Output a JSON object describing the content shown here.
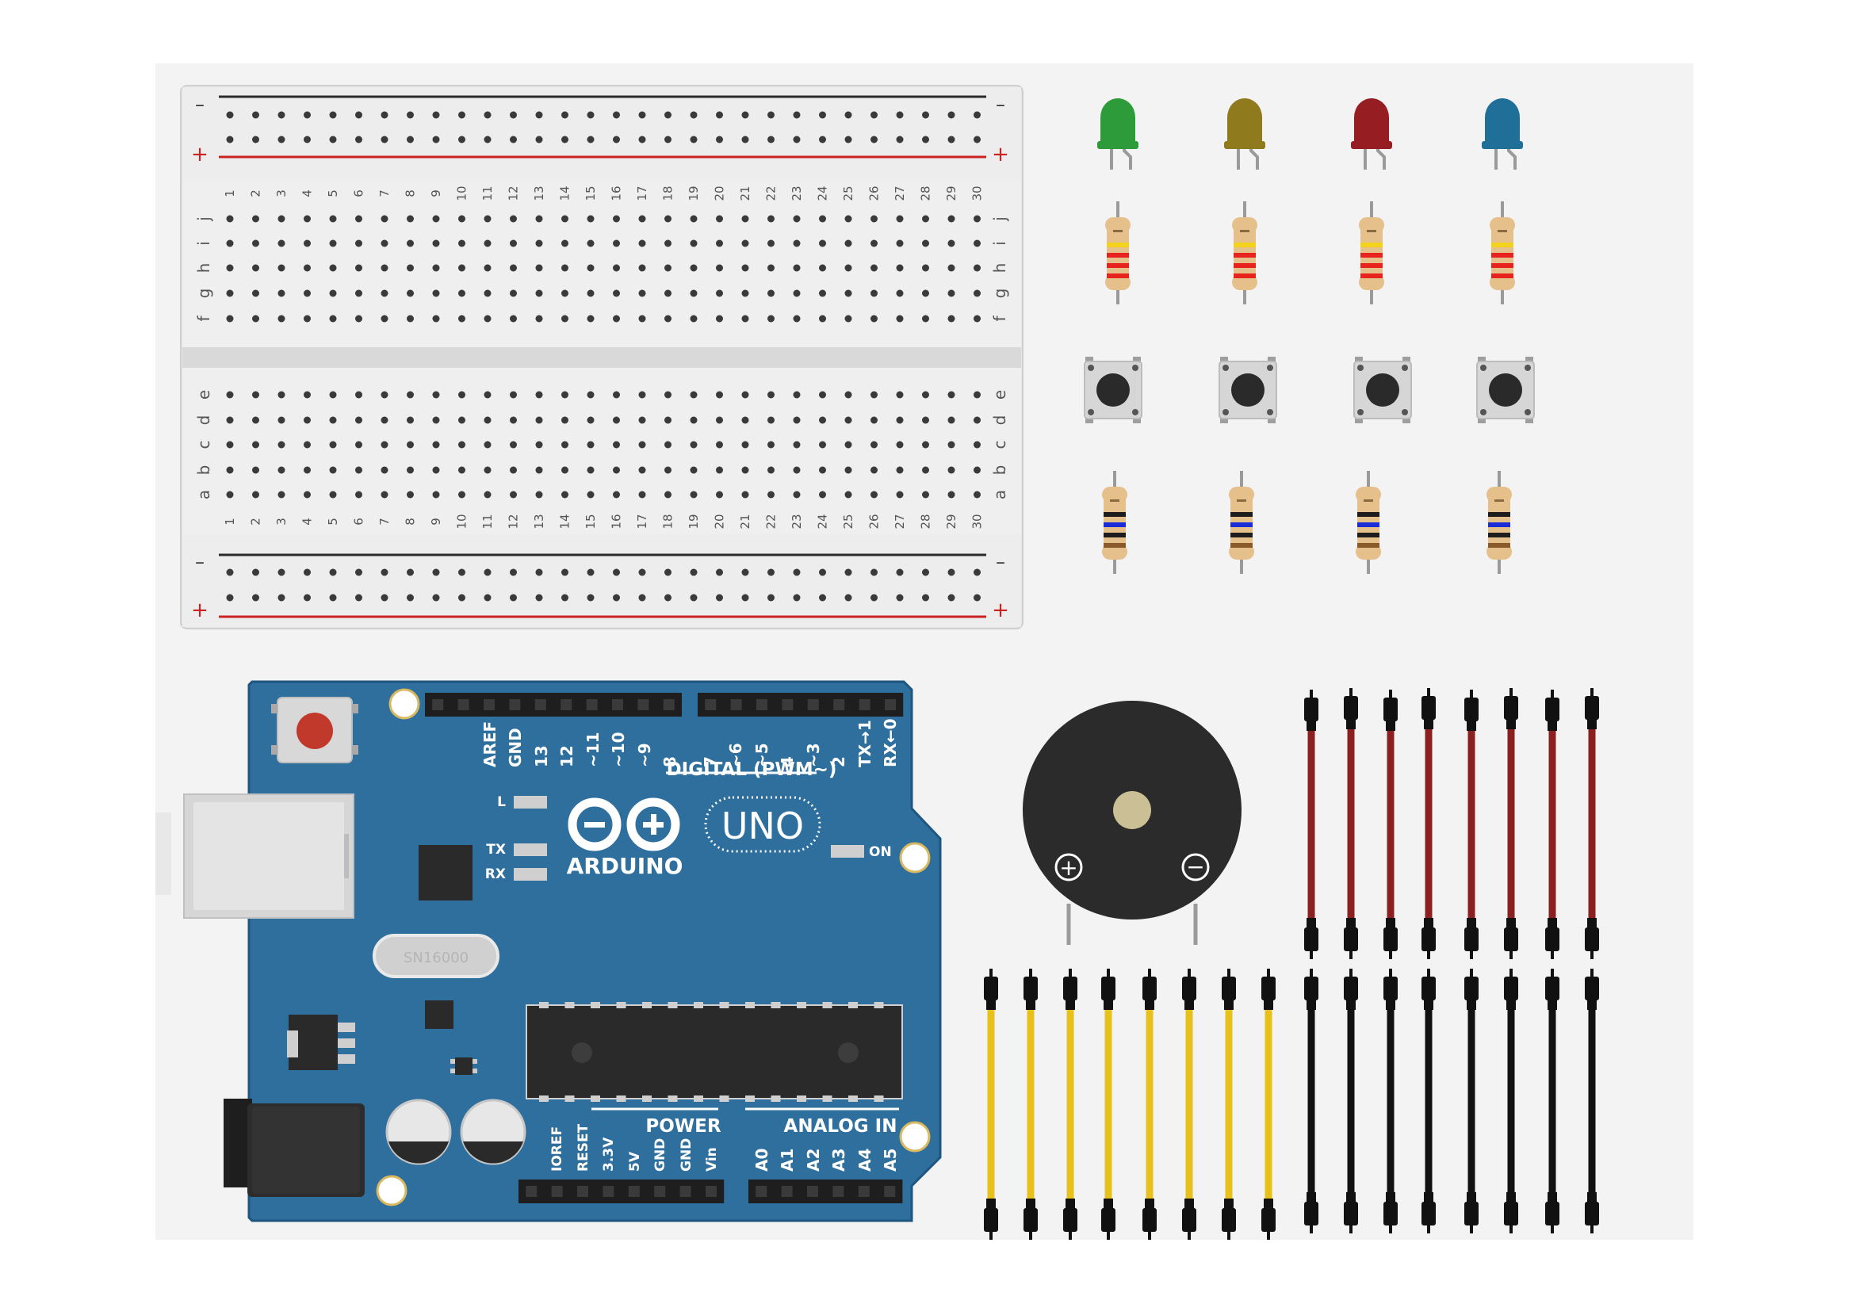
{
  "breadboard": {
    "rail_minus": "–",
    "rail_plus": "+",
    "column_numbers": [
      "1",
      "2",
      "3",
      "4",
      "5",
      "6",
      "7",
      "8",
      "9",
      "10",
      "11",
      "12",
      "13",
      "14",
      "15",
      "16",
      "17",
      "18",
      "19",
      "20",
      "21",
      "22",
      "23",
      "24",
      "25",
      "26",
      "27",
      "28",
      "29",
      "30"
    ],
    "rows_top": [
      "j",
      "i",
      "h",
      "g",
      "f"
    ],
    "rows_bottom": [
      "e",
      "d",
      "c",
      "b",
      "a"
    ]
  },
  "leds": [
    {
      "color": "green",
      "body": "#2e9b3a"
    },
    {
      "color": "yellow",
      "body": "#8f7a1e"
    },
    {
      "color": "red",
      "body": "#961e23"
    },
    {
      "color": "blue",
      "body": "#1f6f99"
    }
  ],
  "resistors_top_bands": [
    "#e8231d",
    "#f2d21a",
    "#e8231d",
    "#e8231d"
  ],
  "resistors_bottom_bands": [
    "#1d1d1d",
    "#1a2bd8",
    "#1d1d1d",
    "#8b5a2b"
  ],
  "arduino": {
    "brand": "ARDUINO",
    "model": "UNO",
    "digital_label": "DIGITAL (PWM~)",
    "power_label": "POWER",
    "analog_label": "ANALOG IN",
    "led_l": "L",
    "led_tx": "TX",
    "led_rx": "RX",
    "led_on": "ON",
    "crystal": "SN16000",
    "digital_pins_left": [
      "AREF",
      "GND",
      "13",
      "12",
      "~11",
      "~10",
      "~9",
      "8"
    ],
    "digital_pins_right": [
      "7",
      "~6",
      "~5",
      "4",
      "~3",
      "2",
      "TX→1",
      "RX←0"
    ],
    "power_pins": [
      "IOREF",
      "RESET",
      "3.3V",
      "5V",
      "GND",
      "GND",
      "Vin"
    ],
    "analog_pins": [
      "A0",
      "A1",
      "A2",
      "A3",
      "A4",
      "A5"
    ]
  },
  "buzzer": {
    "plus": "+",
    "minus": "−"
  },
  "wires": {
    "red_count": 8,
    "yellow_count": 8,
    "black_count": 8,
    "colors": {
      "red": "#8b2020",
      "yellow": "#e8c01c",
      "black": "#111111"
    }
  }
}
